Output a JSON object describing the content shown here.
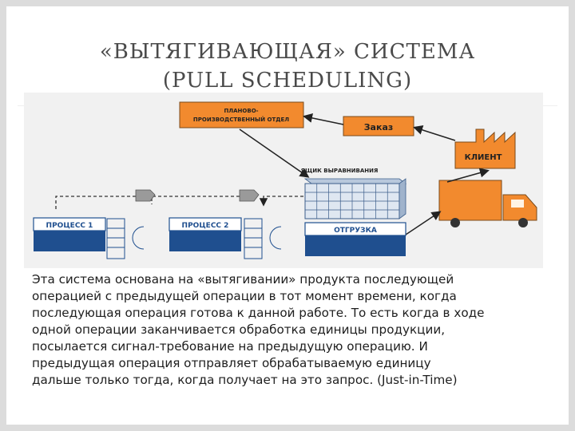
{
  "title": {
    "line1": "«ВЫТЯГИВАЮЩАЯ» СИСТЕМА",
    "line2": "(PULL SCHEDULING)"
  },
  "diagram": {
    "planning_dept": [
      "ПЛАНОВО-",
      "ПРОИЗВОДСТВЕННЫЙ ОТДЕЛ"
    ],
    "order": "Заказ",
    "client": "КЛИЕНТ",
    "leveling_box": "ЯЩИК ВЫРАВНИВАНИЯ",
    "process1": "ПРОЦЕСС 1",
    "process2": "ПРОЦЕСС 2",
    "shipping": "ОТГРУЗКА",
    "colors": {
      "orange": "#f28a2e",
      "blue": "#1f4f8f",
      "gray_kanban": "#9a9a9a",
      "grid": "#3b5d8a"
    }
  },
  "body_lines": [
    "Эта система основана на «вытягивании» продукта последующей",
    "операцией с предыдущей операции в тот момент времени, когда",
    "последующая операция готова к данной работе. То есть когда в ходе",
    "одной операции заканчивается обработка единицы продукции,",
    "посылается сигнал-требование на предыдущую операцию. И",
    "предыдущая операция отправляет обрабатываемую единицу",
    "дальше только тогда, когда получает на это запрос. (Just-in-Time)"
  ]
}
